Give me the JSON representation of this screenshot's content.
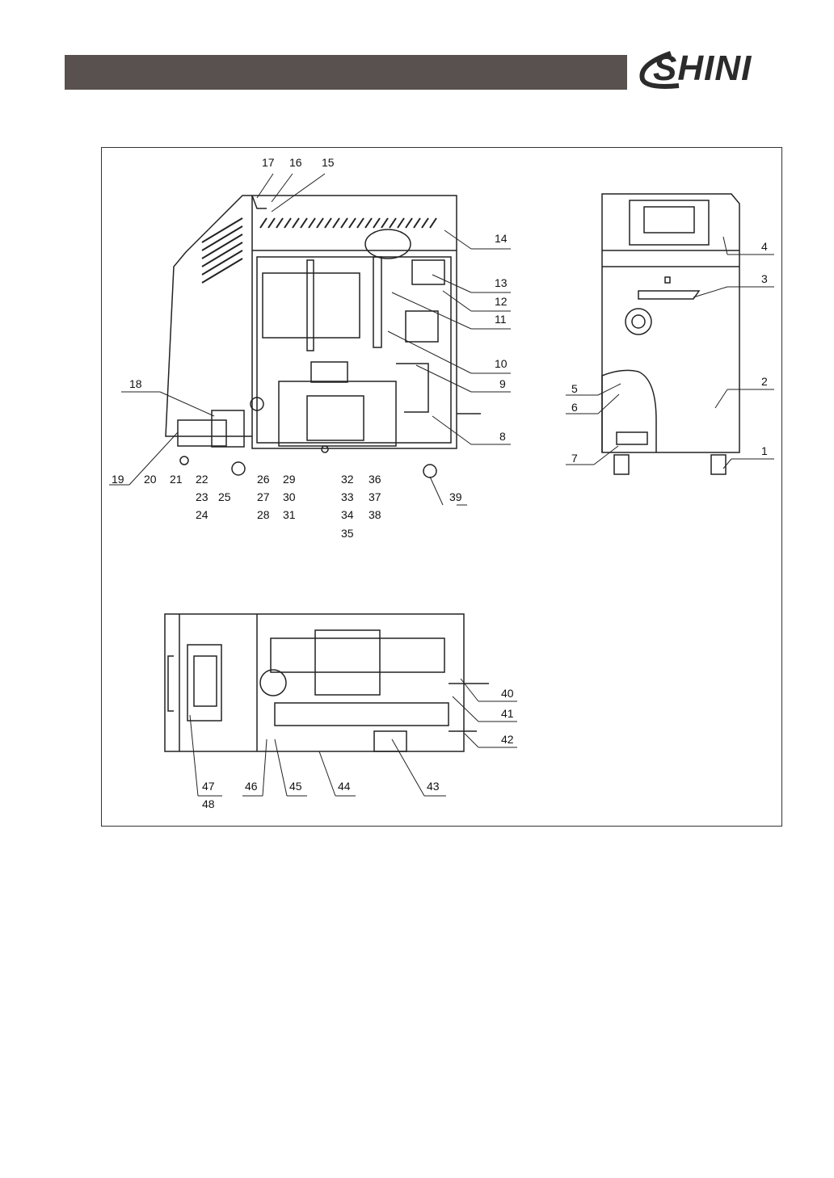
{
  "brand": {
    "logo_text": "SHINI"
  },
  "callouts": {
    "side_top": [
      "17",
      "16",
      "15"
    ],
    "side_right": [
      "14",
      "13",
      "12",
      "11",
      "10",
      "9",
      "8"
    ],
    "side_left": [
      "18"
    ],
    "bottom_row1": [
      "19",
      "20",
      "21",
      "22",
      "26",
      "29",
      "32",
      "36",
      "39"
    ],
    "stack_23": [
      "23",
      "24"
    ],
    "stack_25": [
      "25"
    ],
    "stack_27": [
      "27",
      "28"
    ],
    "stack_30": [
      "30",
      "31"
    ],
    "stack_33": [
      "33",
      "34",
      "35"
    ],
    "stack_37": [
      "37",
      "38"
    ],
    "front": [
      "4",
      "3",
      "2",
      "5",
      "6",
      "7",
      "1"
    ],
    "top_view_right": [
      "40",
      "41",
      "42"
    ],
    "top_view_bottom": [
      "47",
      "48",
      "46",
      "45",
      "44",
      "43"
    ]
  }
}
